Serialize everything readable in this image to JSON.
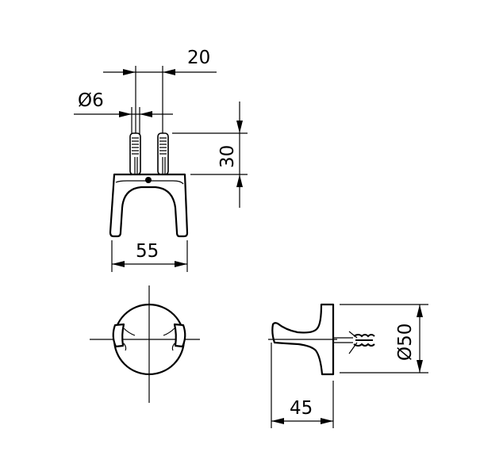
{
  "drawing": {
    "dimensions": {
      "anchor_spacing": "20",
      "anchor_diameter": "Ø6",
      "anchor_length": "30",
      "width": "55",
      "diameter": "Ø50",
      "depth": "45"
    },
    "colors": {
      "line": "#000000",
      "background": "#ffffff"
    }
  }
}
